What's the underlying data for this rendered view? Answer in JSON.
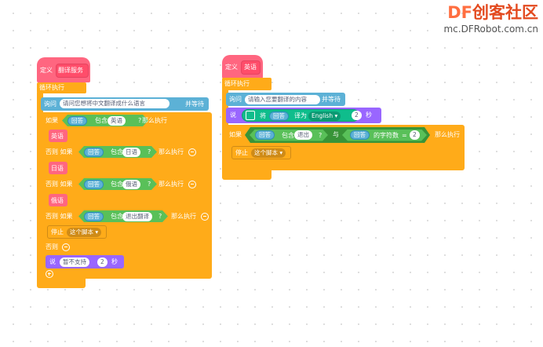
{
  "brand": {
    "df": "DF",
    "name": "创客社区",
    "url": "mc.DFRobot.com.cn",
    "df_color": "#ff6e40",
    "name_color": "#e34a1f"
  },
  "colors": {
    "control": "#ffab19",
    "myblocks": "#ff6680",
    "sensing": "#5cb1d6",
    "operators": "#59c059",
    "looks": "#9966ff"
  },
  "script1": {
    "define_label": "定义",
    "define_name": "翻译服务",
    "forever": "循环执行",
    "ask_label": "询问",
    "ask_text": "请问您想将中文翻译成什么语言",
    "and_wait": "并等待",
    "if1": {
      "if": "如果",
      "answer": "回答",
      "contains": "包含",
      "value": "英语",
      "q": "?",
      "then": "那么执行",
      "call": "英语"
    },
    "if2": {
      "elseif": "否则 如果",
      "answer": "回答",
      "contains": "包含",
      "value": "日语",
      "q": "?",
      "then": "那么执行",
      "call": "日语"
    },
    "if3": {
      "elseif": "否则 如果",
      "answer": "回答",
      "contains": "包含",
      "value": "俄语",
      "q": "?",
      "then": "那么执行",
      "call": "俄语"
    },
    "if4": {
      "elseif": "否则 如果",
      "answer": "回答",
      "contains": "包含",
      "value": "退出翻译",
      "q": "?",
      "then": "那么执行"
    },
    "stop_label": "停止",
    "stop_option": "这个脚本",
    "else": "否则",
    "say_label": "说",
    "say_text": "暂不支持",
    "say_secs": "2",
    "secs": "秒"
  },
  "script2": {
    "define_label": "定义",
    "define_name": "英语",
    "forever": "循环执行",
    "ask_label": "询问",
    "ask_text": "请输入您要翻译的内容",
    "and_wait": "并等待",
    "say_label": "说",
    "translate_label": "将",
    "answer": "回答",
    "translate_to": "译为",
    "language": "English",
    "say_secs": "2",
    "secs": "秒",
    "if": "如果",
    "contains": "包含",
    "exit_value": "退出",
    "q": "?",
    "and": "与",
    "length_of": "的字符数",
    "equals": "=",
    "length_value": "2",
    "then": "那么执行",
    "stop_label": "停止",
    "stop_option": "这个脚本"
  }
}
